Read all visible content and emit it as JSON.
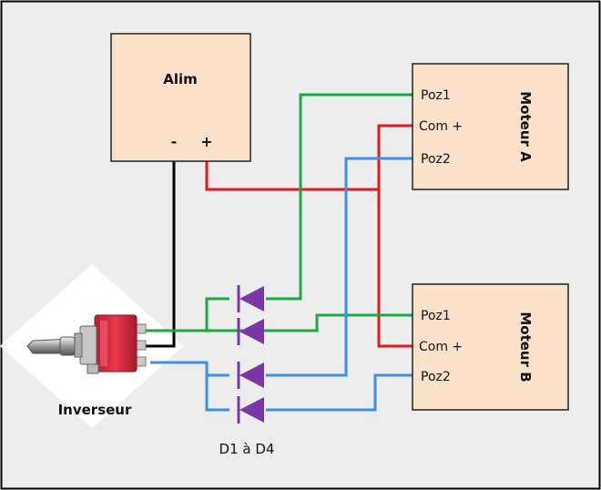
{
  "colors": {
    "background": "#ededed",
    "frame": "#000000",
    "box_fill": "#fde2cb",
    "box_stroke": "#222222",
    "wire_black": "#000000",
    "wire_red": "#e0191f",
    "wire_green": "#1aa845",
    "wire_blue": "#3d8fe8",
    "diode": "#7b36a8",
    "switch_body": "#d8283c"
  },
  "alim": {
    "title": "Alim",
    "minus": "-",
    "plus": "+"
  },
  "moteur_a": {
    "title": "Moteur   A",
    "poz1": "Poz1",
    "com": "Com +",
    "poz2": "Poz2"
  },
  "moteur_b": {
    "title": "Moteur   B",
    "poz1": "Poz1",
    "com": "Com +",
    "poz2": "Poz2"
  },
  "switch": {
    "label": "Inverseur",
    "icon": "toggle-switch-icon"
  },
  "diodes": {
    "label": "D1 à D4",
    "icon": "diode-icon"
  }
}
